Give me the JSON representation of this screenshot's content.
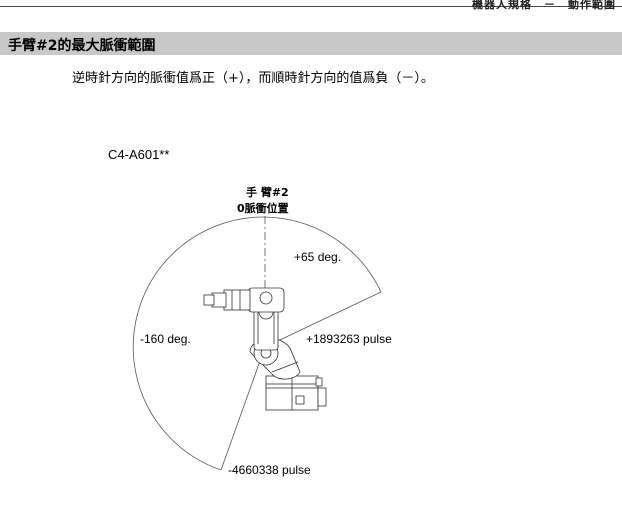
{
  "page": {
    "header_fragment": "機器人規格　－　動作範圍",
    "section_title": "手臂#2的最大脈衝範圍",
    "description": "逆時針方向的脈衝值爲正（+），而順時針方向的值爲負（－）。",
    "model": "C4-A601**"
  },
  "diagram": {
    "arm_label": "手 臂#2",
    "zero_label": "0脈衝位置",
    "plus_angle": "+65 deg.",
    "plus_pulse": "+1893263 pulse",
    "minus_angle": "-160 deg.",
    "minus_pulse": "-4660338 pulse"
  }
}
